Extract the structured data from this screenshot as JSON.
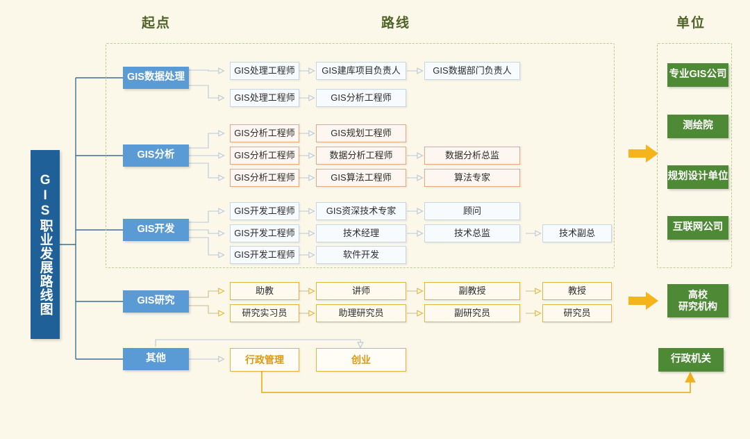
{
  "meta": {
    "background_color": "#fbf8ea",
    "accent_blue": "#5b9bd5",
    "accent_dark_blue": "#1f6099",
    "accent_green": "#4e8a35",
    "accent_gold": "#e3b33a",
    "accent_orange": "#e8a87c",
    "header_color": "#4f6228",
    "dashed_color": "#b6cf8e",
    "fat_arrow_color": "#f5b51a"
  },
  "title": {
    "text": "GIS职业发展路线图"
  },
  "headers": {
    "start": "起点",
    "route": "路线",
    "unit": "单位"
  },
  "categories": [
    {
      "id": "data-processing",
      "label": "GIS数据处理"
    },
    {
      "id": "analysis",
      "label": "GIS分析"
    },
    {
      "id": "development",
      "label": "GIS开发"
    },
    {
      "id": "research",
      "label": "GIS研究"
    },
    {
      "id": "other",
      "label": "其他"
    }
  ],
  "paths": {
    "data_processing": [
      [
        "GIS处理工程师",
        "GIS建库项目负责人",
        "GIS数据部门负责人"
      ],
      [
        "GIS处理工程师",
        "GIS分析工程师"
      ]
    ],
    "analysis": [
      [
        "GIS分析工程师",
        "GIS规划工程师"
      ],
      [
        "GIS分析工程师",
        "数据分析工程师",
        "数据分析总监"
      ],
      [
        "GIS分析工程师",
        "GIS算法工程师",
        "算法专家"
      ]
    ],
    "development": [
      [
        "GIS开发工程师",
        "GIS资深技术专家",
        "顾问"
      ],
      [
        "GIS开发工程师",
        "技术经理",
        "技术总监",
        "技术副总"
      ],
      [
        "GIS开发工程师",
        "软件开发"
      ]
    ],
    "research": [
      [
        "助教",
        "讲师",
        "副教授",
        "教授"
      ],
      [
        "研究实习员",
        "助理研究员",
        "副研究员",
        "研究员"
      ]
    ],
    "other": [
      [
        "行政管理",
        "创业"
      ]
    ]
  },
  "units": {
    "company_group": [
      "专业GIS公司",
      "测绘院",
      "规划设计单位",
      "互联网公司"
    ],
    "academy": "高校\n研究机构",
    "academy_line1": "高校",
    "academy_line2": "研究机构",
    "government": "行政机关"
  }
}
